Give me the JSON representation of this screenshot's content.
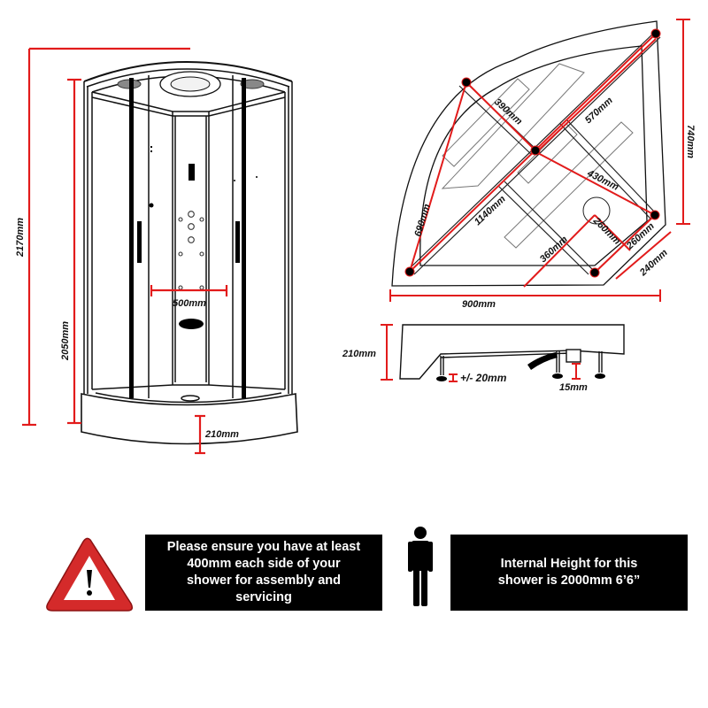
{
  "front_view": {
    "overall_height": "2170mm",
    "enclosure_height": "2050mm",
    "panel_width": "500mm",
    "tray_height": "210mm"
  },
  "plan_view": {
    "width": "900mm",
    "depth": "740mm",
    "corner_cut": "240mm",
    "diagonal": "1140mm",
    "diagonal_half": "570mm",
    "front_leg_span": "690mm",
    "centre_to_front_leg": "390mm",
    "centre_to_side_leg": "430mm",
    "waste_offset_a": "260mm",
    "waste_offset_b": "260mm",
    "waste_to_edge": "360mm"
  },
  "side_view": {
    "tray_height": "210mm",
    "leg_adjustment": "+/- 20mm",
    "waste_clearance": "15mm"
  },
  "notices": {
    "clearance_text": "Please ensure you have at least\n400mm each side of your\nshower for assembly and\nservicing",
    "internal_height_text": "Internal Height for this\nshower is 2000mm 6’6”"
  },
  "colors": {
    "dimension_red": "#e21b1b",
    "outline": "#111111",
    "notice_bg": "#000000",
    "warning_red": "#d42a2a"
  }
}
